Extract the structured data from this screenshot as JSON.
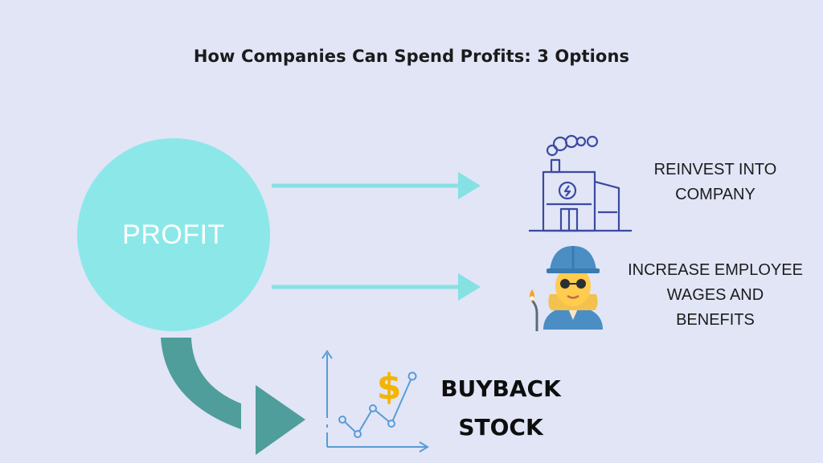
{
  "title": "How Companies Can Spend Profits: 3 Options",
  "center_node": {
    "label": "PROFIT"
  },
  "options": {
    "reinvest": {
      "line1": "REINVEST INTO",
      "line2": "COMPANY",
      "icon": "factory-icon"
    },
    "wages": {
      "line1": "INCREASE EMPLOYEE",
      "line2": "WAGES AND",
      "line3": "BENEFITS",
      "icon": "worker-icon"
    },
    "buyback": {
      "line1": "BUYBACK",
      "line2": "STOCK",
      "icon": "stock-chart-icon",
      "dollar": "$"
    }
  },
  "colors": {
    "background": "#e1e5f6",
    "circle": "#8ce8e8",
    "arrow_light": "#86e1e3",
    "arrow_dark": "#4f9e9b",
    "icon_line": "#3b4aa1",
    "chart_line": "#5b9bd5",
    "dollar": "#f4b400"
  }
}
